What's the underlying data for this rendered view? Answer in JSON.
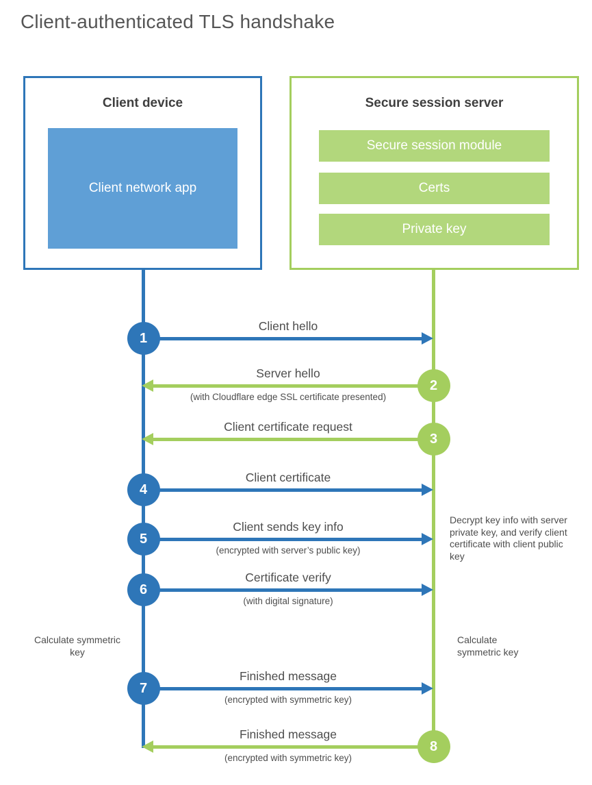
{
  "title": "Client-authenticated TLS handshake",
  "colors": {
    "blue": "#2e76b8",
    "blue_light": "#5f9fd6",
    "green": "#a4ce5e",
    "green_light": "#b2d77c",
    "heading_text": "#3f3f3f",
    "label_text": "#4d4d4d",
    "bar_text": "#ffffff"
  },
  "client_box": {
    "title": "Client device",
    "app_label": "Client network app"
  },
  "server_box": {
    "title": "Secure session server",
    "modules": [
      "Secure session module",
      "Certs",
      "Private key"
    ]
  },
  "steps": [
    {
      "num": "1",
      "from": "client",
      "label": "Client hello",
      "sub": ""
    },
    {
      "num": "2",
      "from": "server",
      "label": "Server hello",
      "sub": "(with Cloudflare edge SSL certificate presented)"
    },
    {
      "num": "3",
      "from": "server",
      "label": "Client certificate request",
      "sub": ""
    },
    {
      "num": "4",
      "from": "client",
      "label": "Client certificate",
      "sub": ""
    },
    {
      "num": "5",
      "from": "client",
      "label": "Client sends key info",
      "sub": "(encrypted with server’s public key)"
    },
    {
      "num": "6",
      "from": "client",
      "label": "Certificate verify",
      "sub": "(with digital signature)"
    },
    {
      "num": "7",
      "from": "client",
      "label": "Finished message",
      "sub": "(encrypted with symmetric key)"
    },
    {
      "num": "8",
      "from": "server",
      "label": "Finished message",
      "sub": "(encrypted with symmetric key)"
    }
  ],
  "annotations": {
    "decrypt_note": "Decrypt key info with server private key, and verify client certificate with client public key",
    "calc_left": "Calculate symmetric key",
    "calc_right": "Calculate symmetric key"
  }
}
